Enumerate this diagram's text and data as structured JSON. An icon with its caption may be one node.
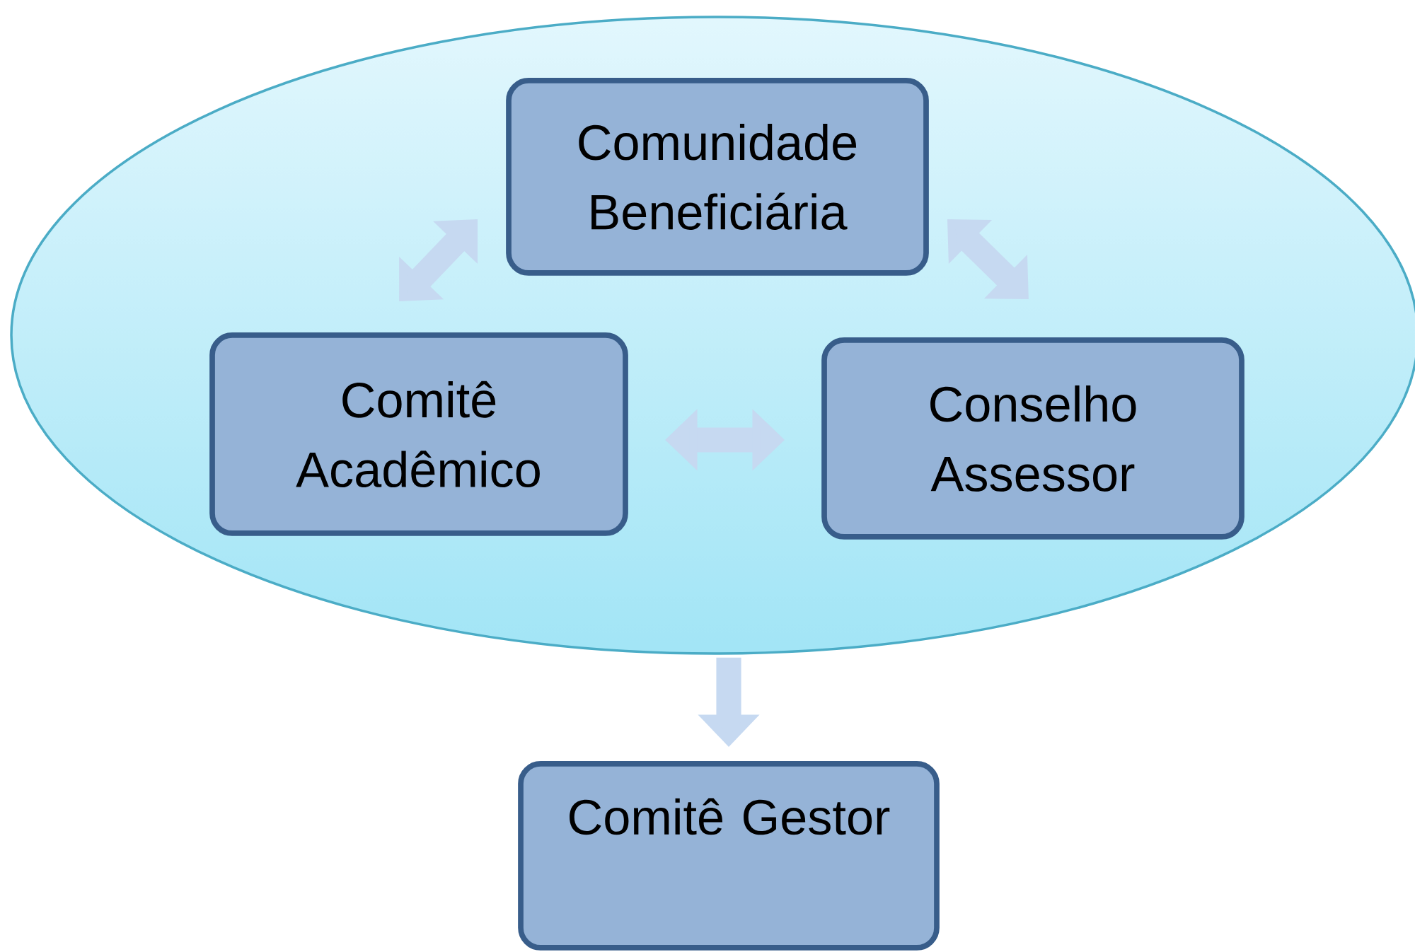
{
  "diagram": {
    "nodes": [
      {
        "text": [],
        "shape": "ellipse"
      },
      {
        "text": [
          "Comunidade Beneficiária"
        ],
        "in": 0
      },
      {
        "text": [
          "Comitê Acadêmico"
        ],
        "in": 0
      },
      {
        "text": [
          "Conselho Assessor"
        ],
        "in": 0
      },
      {
        "text": [
          "Comitê Gestor"
        ]
      }
    ],
    "edges": [
      {
        "from": 1,
        "to": 2,
        "arrow": "both"
      },
      {
        "from": 1,
        "to": 3,
        "arrow": "both"
      },
      {
        "from": 2,
        "to": 3,
        "arrow": "both"
      },
      {
        "from": 0,
        "to": 4,
        "arrow": "to"
      }
    ]
  }
}
